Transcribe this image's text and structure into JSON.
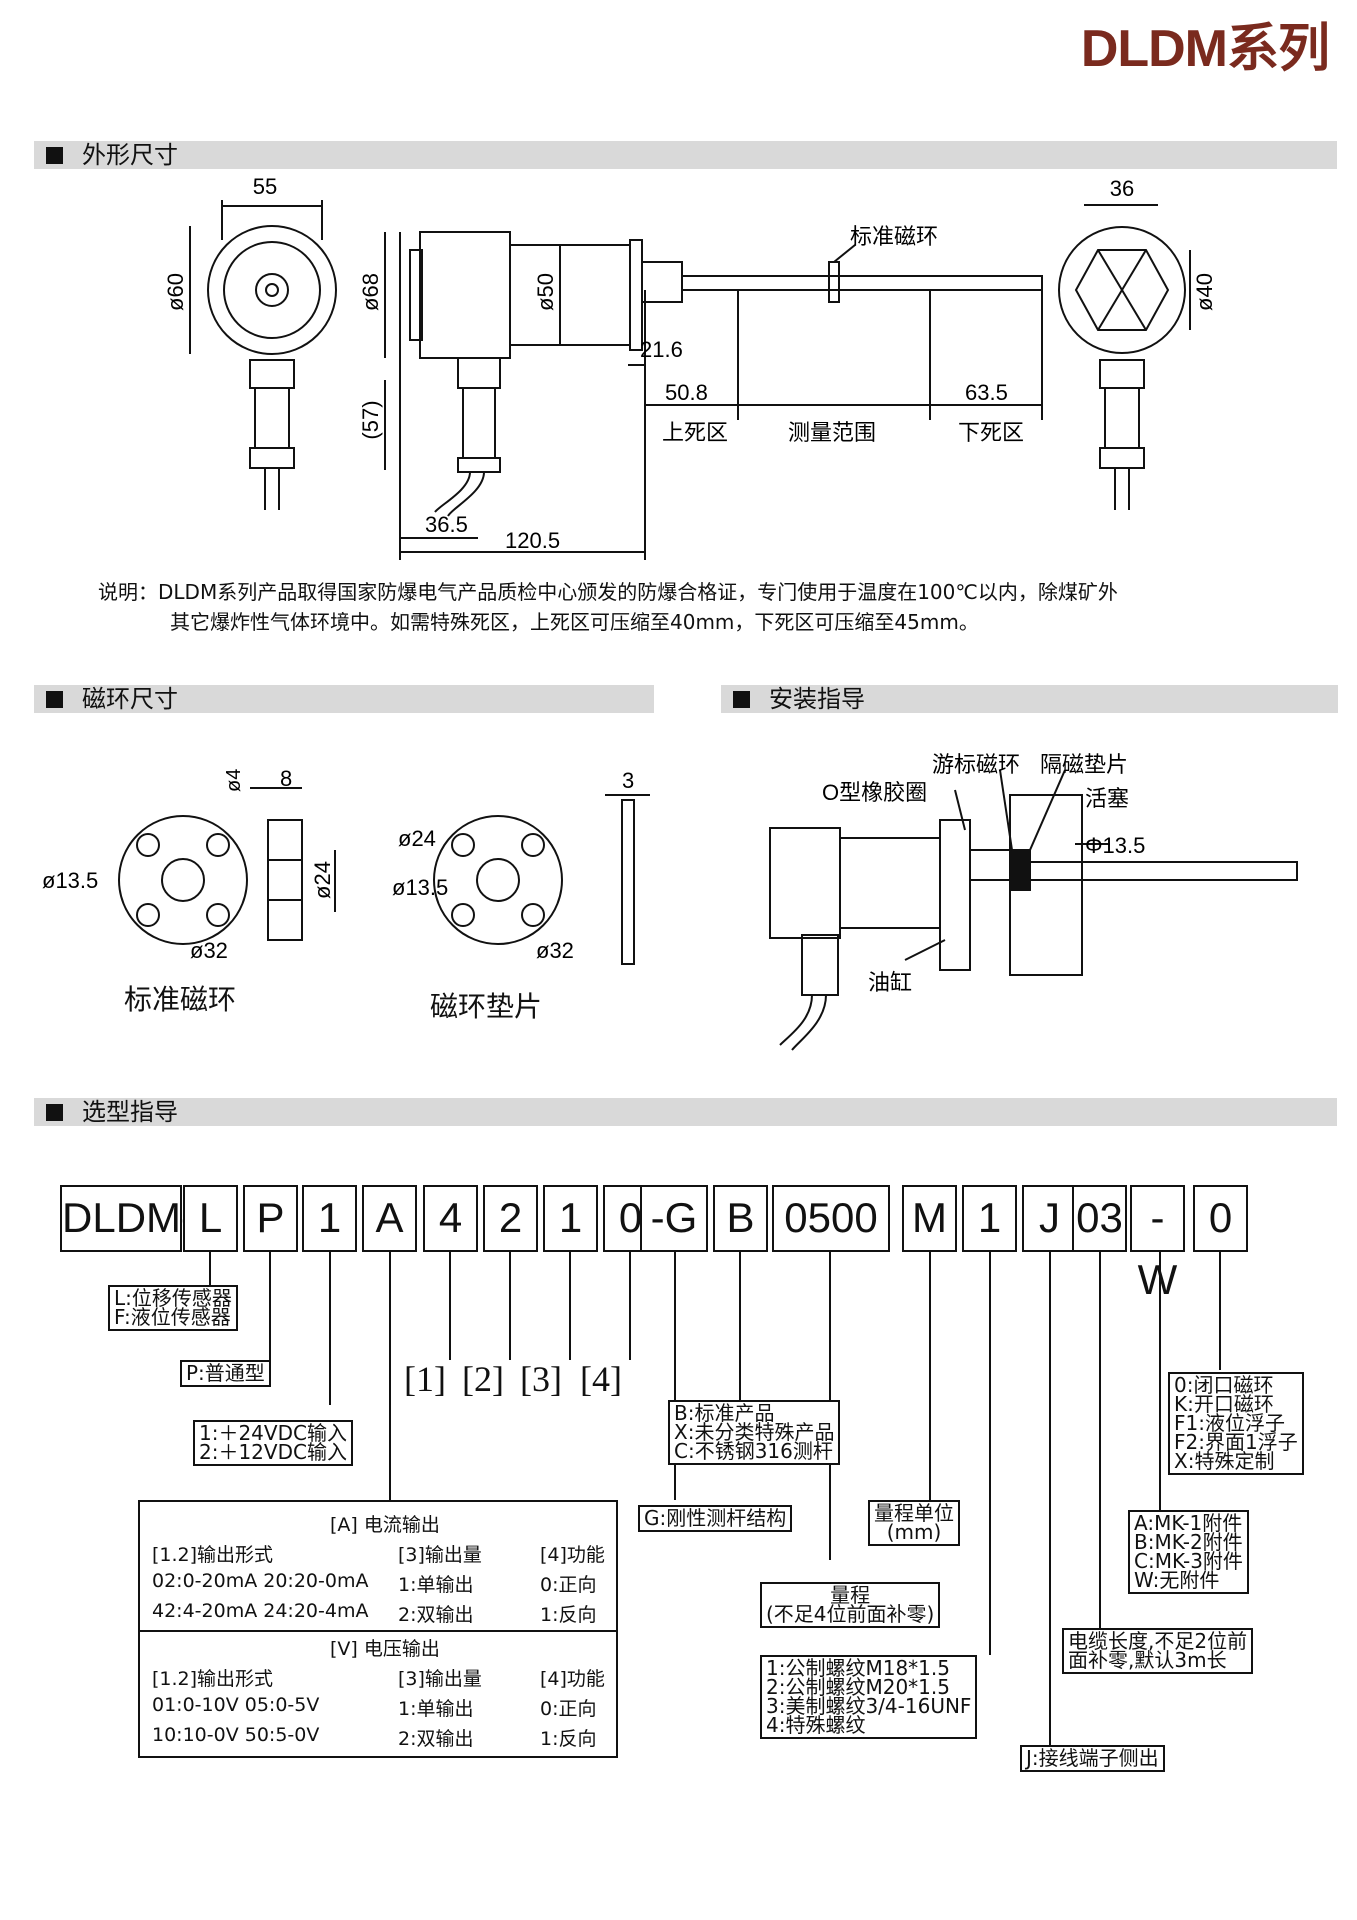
{
  "series_title": "DLDM系列",
  "sections": {
    "outline": "外形尺寸",
    "ring": "磁环尺寸",
    "install": "安装指导",
    "selection": "选型指导"
  },
  "outline_dims": {
    "d55": "55",
    "d60": "ø60",
    "d68": "ø68",
    "d50": "ø50",
    "d57": "(57)",
    "d21": "21.6",
    "d36_5": "36.5",
    "d120": "120.5",
    "d50_8": "50.8",
    "d63_5": "63.5",
    "d36": "36",
    "d40": "ø40",
    "std_ring": "标准磁环",
    "upper_dead": "上死区",
    "measure": "测量范围",
    "lower_dead": "下死区"
  },
  "note": {
    "line1": "说明：DLDM系列产品取得国家防爆电气产品质检中心颁发的防爆合格证，专门使用于温度在100℃以内，除煤矿外",
    "line2": "其它爆炸性气体环境中。如需特殊死区，上死区可压缩至40mm，下死区可压缩至45mm。"
  },
  "ring_dims": {
    "d4": "ø4",
    "d8": "8",
    "d24a": "ø24",
    "d13a": "ø13.5",
    "d32a": "ø32",
    "d24b": "ø24",
    "d13b": "ø13.5",
    "d32b": "ø32",
    "d3": "3",
    "cap_std": "标准磁环",
    "cap_pad": "磁环垫片"
  },
  "install": {
    "vernier": "游标磁环",
    "isolator": "隔磁垫片",
    "oring": "O型橡胶圈",
    "piston": "活塞",
    "rod_dia": "Φ13.5",
    "cylinder": "油缸"
  },
  "code_cells": [
    "DLDM-",
    "L",
    "P",
    "1",
    "A",
    "4",
    "2",
    "1",
    "0",
    "-G",
    "B",
    "0500",
    "M",
    "1",
    "J",
    "03",
    "-W",
    "0"
  ],
  "brackets": [
    "[1]",
    "[2]",
    "[3]",
    "[4]"
  ],
  "boxes": {
    "type": "L:位移传感器\nF:液位传感器",
    "mode": "P:普通型",
    "power": "1:＋24VDC输入\n2:＋12VDC输入",
    "product": "B:标准产品\nX:未分类特殊产品\nC:不锈钢316测杆",
    "rod": "G:刚性测杆结构",
    "unit": "量程单位\n(mm)",
    "range": "量程\n(不足4位前面补零)",
    "thread": "1:公制螺纹M18*1.5\n2:公制螺纹M20*1.5\n3:美制螺纹3/4-16UNF\n4:特殊螺纹",
    "terminal": "J:接线端子侧出",
    "cable": "电缆长度,不足2位前\n面补零,默认3m长",
    "accessory": "A:MK-1附件\nB:MK-2附件\nC:MK-3附件\nW:无附件",
    "ring": "0:闭口磁环\nK:开口磁环\nF1:液位浮子\nF2:界面1浮子\nX:特殊定制"
  },
  "output_table": {
    "current_title": "[A]  电流输出",
    "voltage_title": "[V]  电压输出",
    "h1": "[1.2]输出形式",
    "h2": "[3]输出量",
    "h3": "[4]功能",
    "c_rows": [
      [
        "02:0-20mA 20:20-0mA",
        "1:单输出",
        "0:正向"
      ],
      [
        "42:4-20mA 24:20-4mA",
        "2:双输出",
        "1:反向"
      ]
    ],
    "v_rows": [
      [
        "01:0-10V 05:0-5V",
        "1:单输出",
        "0:正向"
      ],
      [
        "10:10-0V 50:5-0V",
        "2:双输出",
        "1:反向"
      ]
    ]
  }
}
